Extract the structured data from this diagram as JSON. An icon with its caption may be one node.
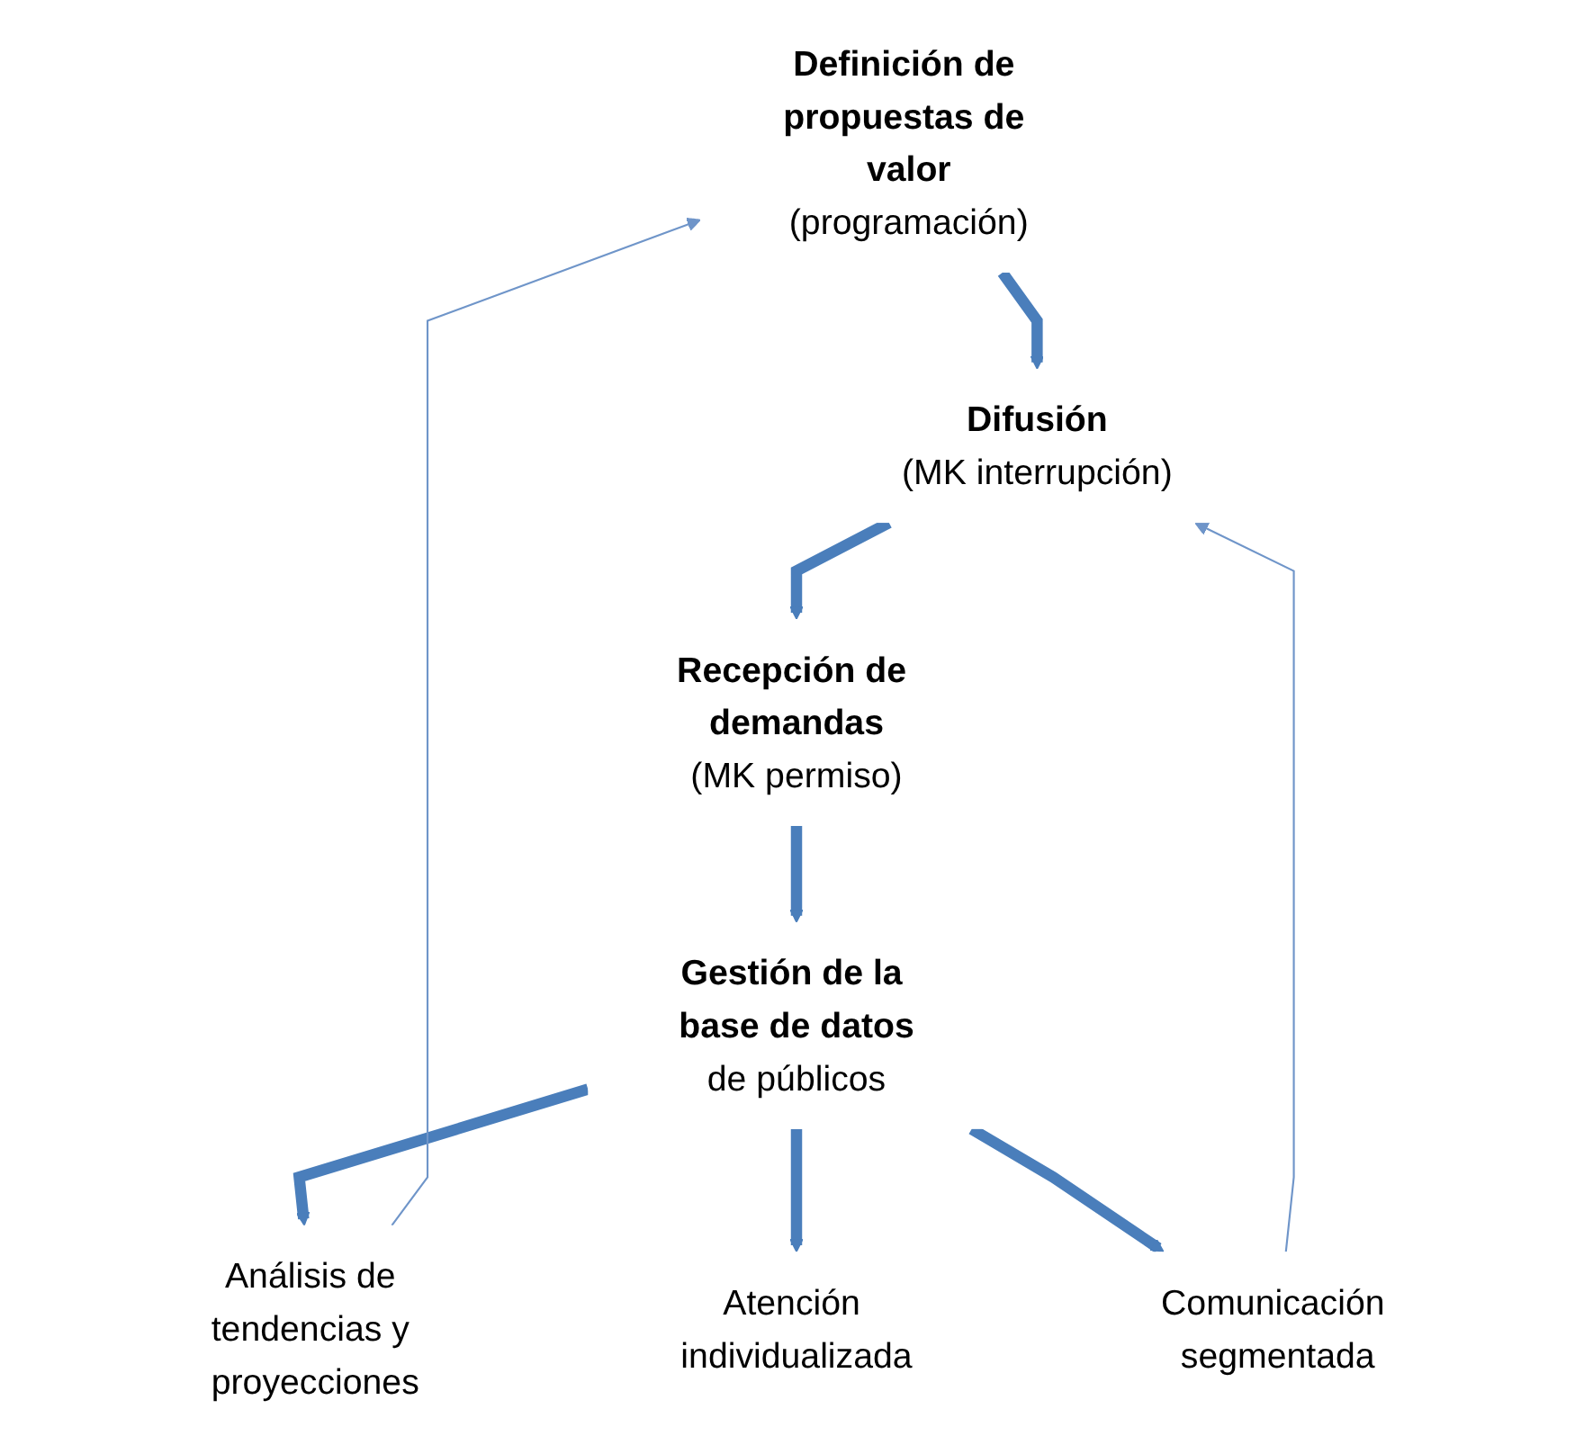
{
  "diagram": {
    "nodes": [
      {
        "text": [
          "Definición de propuestas de valor",
          "(programación)"
        ]
      },
      {
        "text": [
          "Difusión",
          "(MK interrupción)"
        ]
      },
      {
        "text": [
          "Recepción de demandas",
          "(MK permiso)"
        ]
      },
      {
        "text": [
          "Gestión de la base de datos",
          "de públicos"
        ]
      },
      {
        "text": [
          "Análisis de tendencias y proyecciones"
        ]
      },
      {
        "text": [
          "Atención individualizada"
        ]
      },
      {
        "text": [
          "Comunicación segmentada"
        ]
      }
    ],
    "edges": [
      {
        "from": 0,
        "to": 1,
        "arrow": "to"
      },
      {
        "from": 1,
        "to": 2,
        "arrow": "to"
      },
      {
        "from": 2,
        "to": 3,
        "arrow": "to"
      },
      {
        "from": 3,
        "to": 4,
        "arrow": "to"
      },
      {
        "from": 3,
        "to": 5,
        "arrow": "to"
      },
      {
        "from": 3,
        "to": 6,
        "arrow": "to"
      },
      {
        "from": 4,
        "to": 0,
        "arrow": "to",
        "color": "#6f95c9"
      },
      {
        "from": 6,
        "to": 1,
        "arrow": "to",
        "color": "#6f95c9"
      }
    ]
  }
}
